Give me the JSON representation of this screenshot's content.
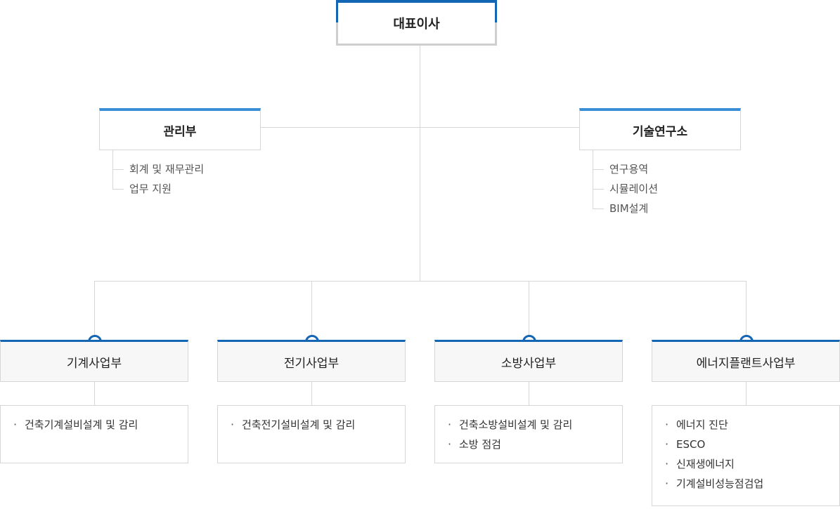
{
  "ceo": {
    "label": "대표이사"
  },
  "management": {
    "label": "관리부",
    "items": [
      "회계 및 재무관리",
      "업무 지원"
    ]
  },
  "research": {
    "label": "기술연구소",
    "items": [
      "연구용역",
      "시뮬레이션",
      "BIM설계"
    ]
  },
  "departments": [
    {
      "label": "기계사업부",
      "duties": [
        "건축기계설비설계 및 감리"
      ]
    },
    {
      "label": "전기사업부",
      "duties": [
        "건축전기설비설계 및 감리"
      ]
    },
    {
      "label": "소방사업부",
      "duties": [
        "건축소방설비설계 및 감리",
        "소방 점검"
      ]
    },
    {
      "label": "에너지플랜트사업부",
      "duties": [
        "에너지 진단",
        "ESCO",
        "신재생에너지",
        "기계설비성능점검업"
      ]
    }
  ]
}
